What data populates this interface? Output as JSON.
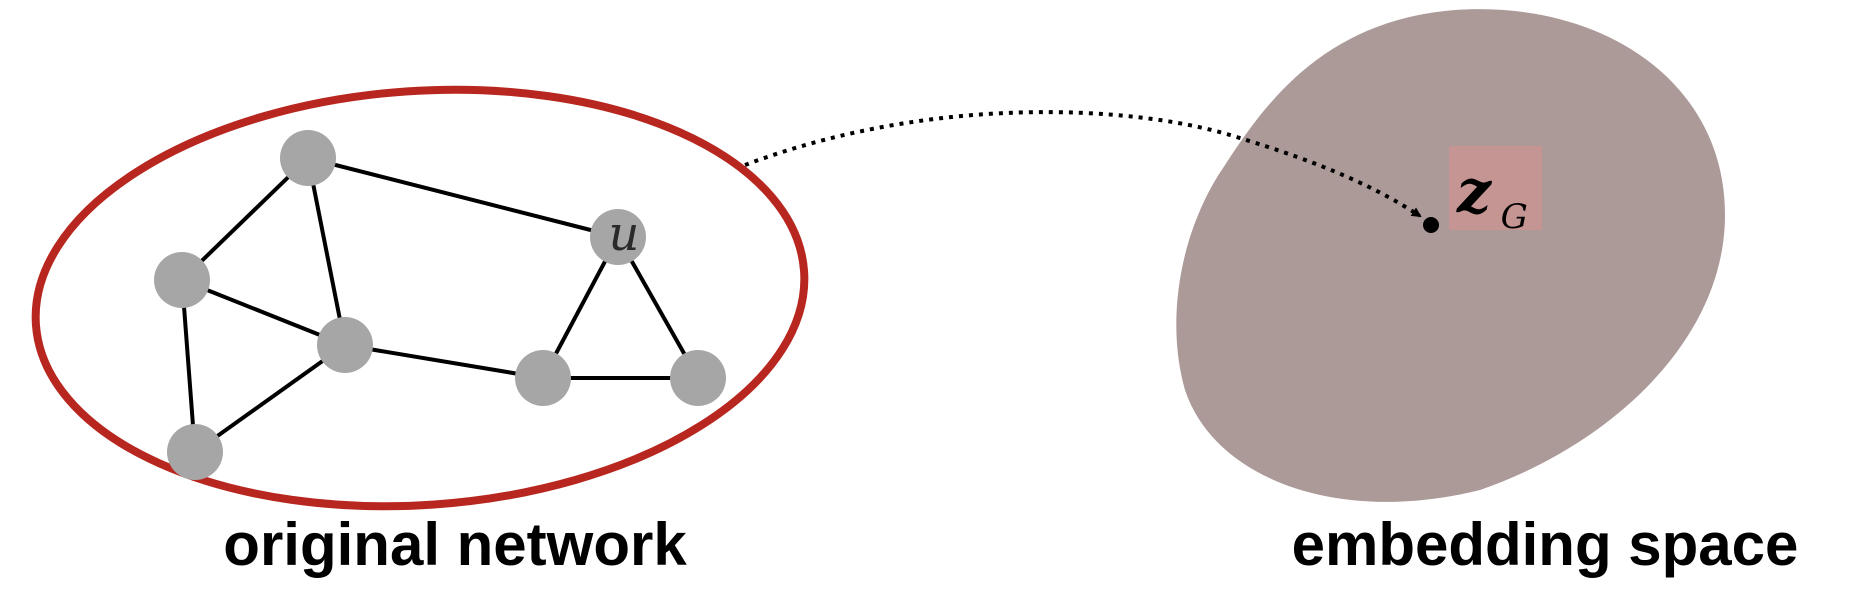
{
  "colors": {
    "network_outline": "#b8271f",
    "node_fill": "#a6a6a6",
    "edge": "#000000",
    "embedding_space_fill": "#ac9a99",
    "embedding_highlight": "#c49592",
    "arrow": "#000000"
  },
  "network": {
    "caption": "original network",
    "labeled_node_text": "u",
    "nodes": [
      "n1",
      "n2",
      "n3",
      "n4",
      "u",
      "n6",
      "n7"
    ],
    "edges": [
      [
        "n1",
        "n2"
      ],
      [
        "n1",
        "n3"
      ],
      [
        "n1",
        "u"
      ],
      [
        "n2",
        "n3"
      ],
      [
        "n2",
        "n4"
      ],
      [
        "n3",
        "n4"
      ],
      [
        "n3",
        "n6"
      ],
      [
        "u",
        "n6"
      ],
      [
        "u",
        "n7"
      ],
      [
        "n6",
        "n7"
      ]
    ]
  },
  "embedding": {
    "caption": "embedding space",
    "point_label_main": "z",
    "point_label_sub": "G"
  }
}
